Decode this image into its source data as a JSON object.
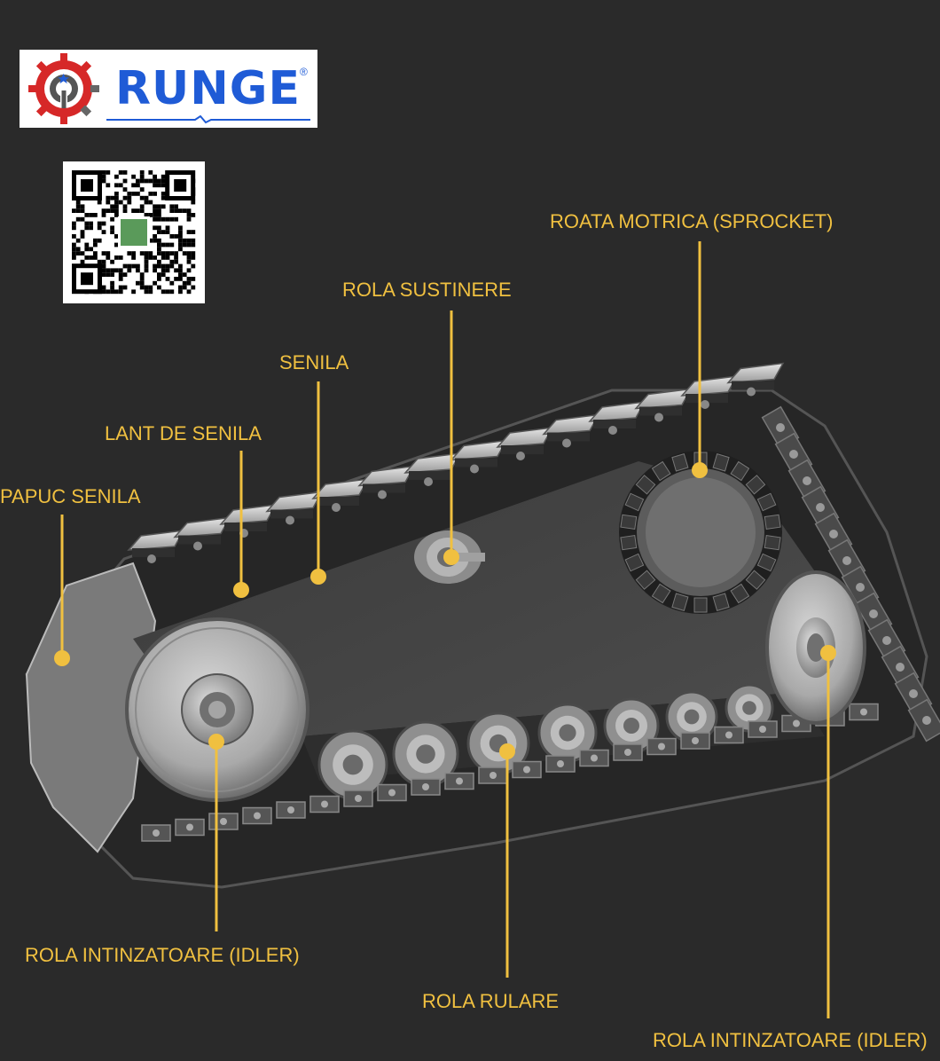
{
  "brand": {
    "name": "RUNGE",
    "registered_mark": "®",
    "color": "#1f5bd6",
    "gear_color": "#d62828"
  },
  "accent_color": "#f0c040",
  "labels": {
    "sprocket": "ROATA MOTRICA (SPROCKET)",
    "carrier_roller": "ROLA SUSTINERE",
    "track": "SENILA",
    "track_chain": "LANT DE SENILA",
    "track_shoe": "PAPUC SENILA",
    "front_idler": "ROLA INTINZATOARE (IDLER)",
    "track_roller": "ROLA RULARE",
    "rear_idler": "ROLA INTINZATOARE (IDLER)"
  },
  "icons": [
    "gear-wrench-logo-icon",
    "qr-code-icon"
  ]
}
